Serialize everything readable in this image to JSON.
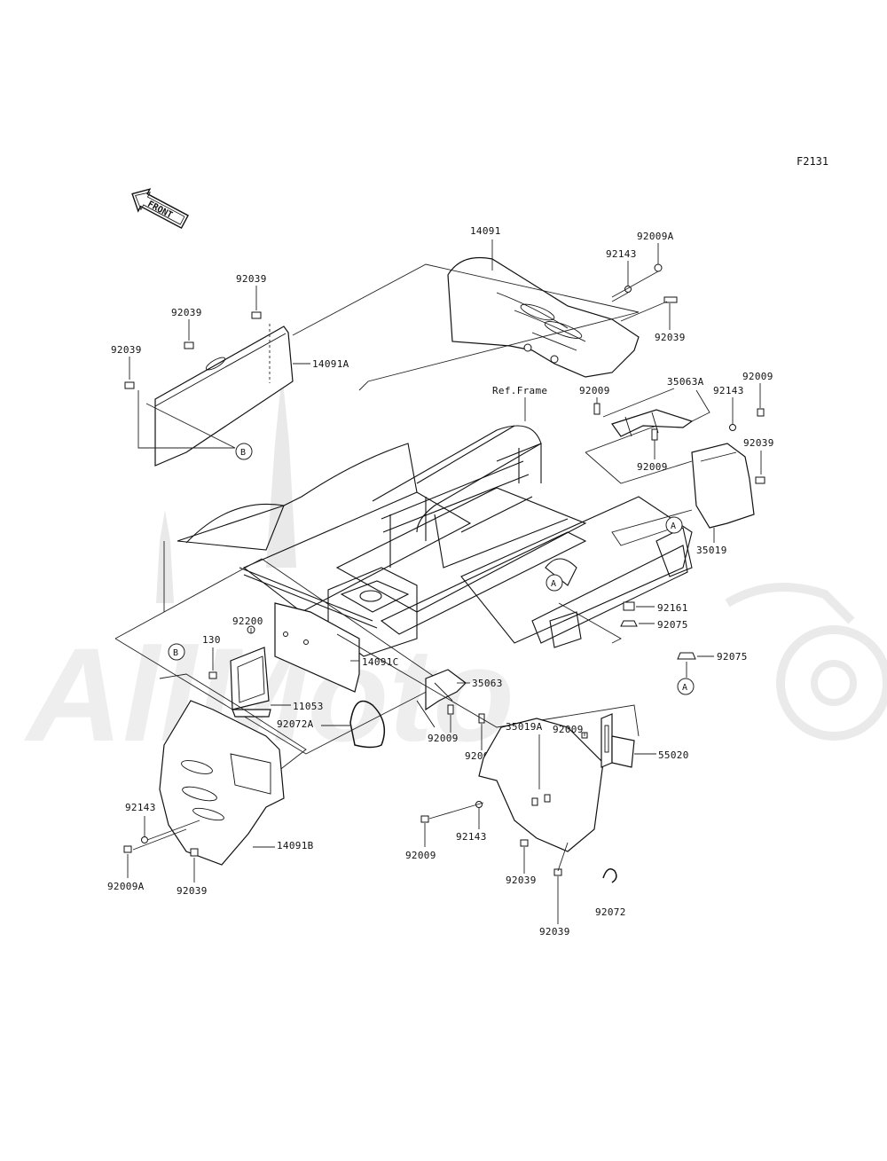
{
  "figure_code": "F2131",
  "front_arrow_label": "FRONT",
  "ref_frame_label": "Ref.Frame",
  "watermark_text": "AllMoto",
  "reference_markers": {
    "a": "A",
    "b": "B"
  },
  "part_numbers": {
    "p14091": "14091",
    "p14091A": "14091A",
    "p14091B": "14091B",
    "p14091C": "14091C",
    "p92039_left_top": "92039",
    "p92039_left_mid": "92039",
    "p92039_left_low": "92039",
    "p92039_top_right": "92039",
    "p92039_right": "92039",
    "p92039_bottom_left": "92039",
    "p92039_bottom_mid": "92039",
    "p92039_bottom_right": "92039",
    "p92009A_top": "92009A",
    "p92009A_bottom": "92009A",
    "p92143_top": "92143",
    "p92143_right": "92143",
    "p92143_bottom_left": "92143",
    "p92143_bottom_mid": "92143",
    "p92009_mid": "92009",
    "p92009_mid_low": "92009",
    "p92009_right": "92009",
    "p92009_low_a": "92009",
    "p92009_low_b": "92009",
    "p92009_low_c": "92009",
    "p92009_bottom": "92009",
    "p35063A": "35063A",
    "p35063": "35063",
    "p35019": "35019",
    "p35019A": "35019A",
    "p92161": "92161",
    "p92075_a": "92075",
    "p92075_b": "92075",
    "p92200": "92200",
    "p130": "130",
    "p11053": "11053",
    "p92072A": "92072A",
    "p92072": "92072",
    "p55020": "55020"
  },
  "colors": {
    "line": "#111111",
    "watermark": "#e9e9e9",
    "background": "#ffffff"
  }
}
